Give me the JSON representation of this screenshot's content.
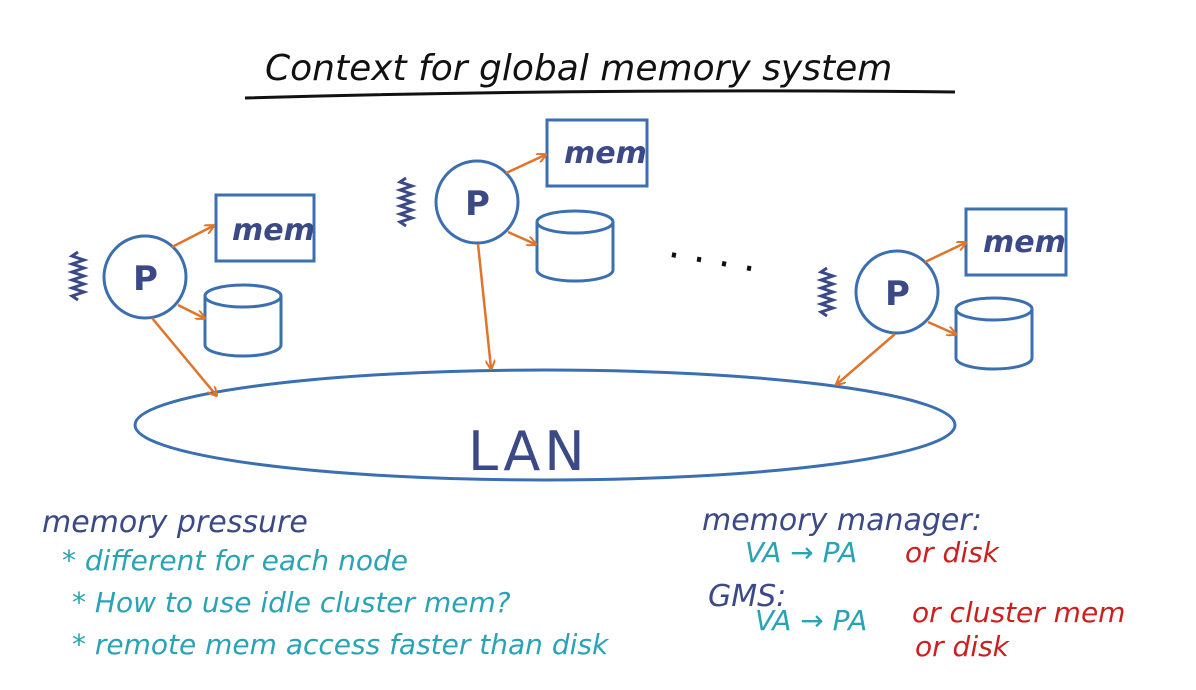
{
  "title": "Context for global memory system",
  "node_labels": {
    "processor": "P",
    "memory": "mem"
  },
  "lan_label": "LAN",
  "ellipsis": ". . . .",
  "memory_pressure": {
    "heading": "memory pressure",
    "items": [
      "* different for each node",
      "* How to use idle cluster mem?",
      "* remote mem access faster than disk"
    ]
  },
  "memory_manager": {
    "heading": "memory manager:",
    "mapping": "VA → PA",
    "alt": "or disk"
  },
  "gms": {
    "heading": "GMS:",
    "mapping": "VA → PA",
    "alt1": "or cluster mem",
    "alt2": "or disk"
  },
  "colors": {
    "ink": "#3b4a86",
    "arrow": "#e0742a",
    "notes": "#2aa3b5",
    "accent": "#cc2020",
    "title": "#111111"
  }
}
